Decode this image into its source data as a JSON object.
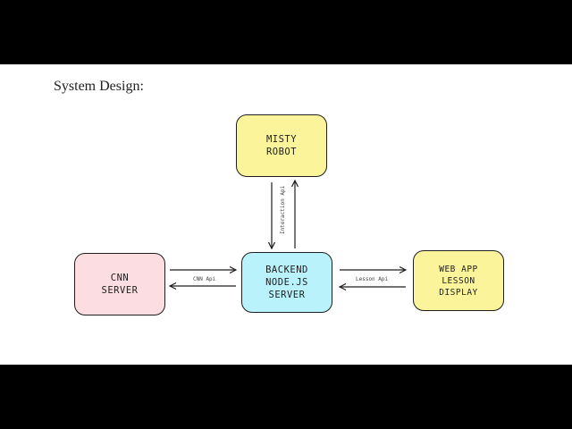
{
  "slide": {
    "title": "System Design:"
  },
  "colors": {
    "misty": "#fbf49a",
    "backend": "#b9f2fb",
    "cnn": "#fbdde2",
    "webapp": "#fbf49a",
    "stroke": "#1e1e1e"
  },
  "nodes": {
    "misty": {
      "label": "MISTY\nROBOT"
    },
    "backend": {
      "label": "BACKEND\nNODE.JS\nSERVER"
    },
    "cnn": {
      "label": "CNN\nSERVER"
    },
    "webapp": {
      "label": "WEB APP\nLESSON\nDISPLAY"
    }
  },
  "edges": {
    "interaction": {
      "label": "Interaction Api"
    },
    "cnn": {
      "label": "CNN Api"
    },
    "lesson": {
      "label": "Lesson Api"
    }
  }
}
